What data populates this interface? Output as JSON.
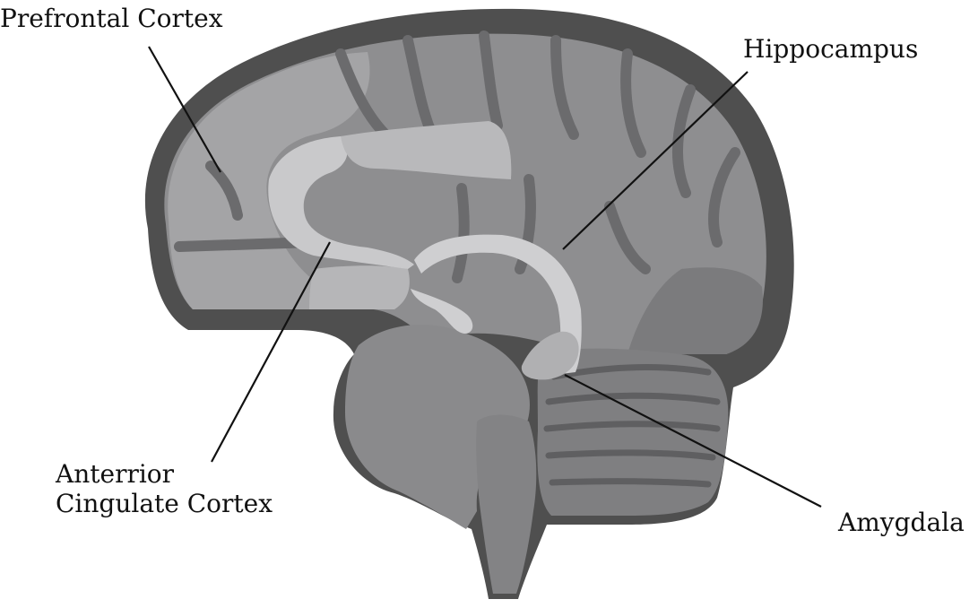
{
  "labels": {
    "prefrontal_cortex": "Prefrontal Cortex",
    "hippocampus": "Hippocampus",
    "anterior_cingulate_line1": "Anterrior",
    "anterior_cingulate_line2": "Cingulate Cortex",
    "amygdala": "Amygdala"
  },
  "colors": {
    "outline": "#4f4f4f",
    "cortex": "#8e8e90",
    "cortex_light": "#a4a4a6",
    "sulcus": "#6b6b6d",
    "cerebellum": "#7f7f81",
    "highlight": "#c9c9cb",
    "leader_line": "#111111"
  }
}
